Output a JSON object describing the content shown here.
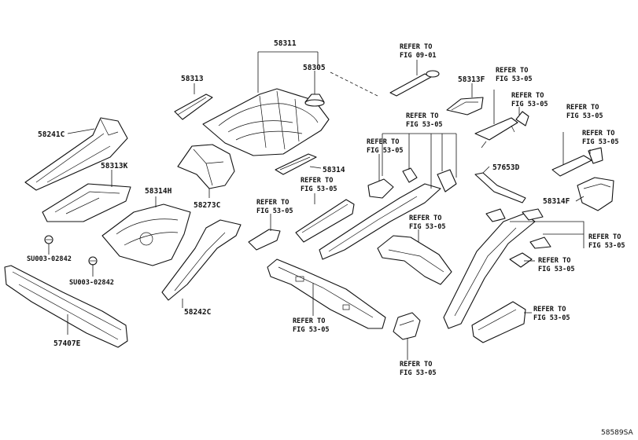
{
  "figure_id": "58589SA",
  "part_numbers": {
    "p58311": "58311",
    "p58305": "58305",
    "p58313": "58313",
    "p58313F": "58313F",
    "p58241C": "58241C",
    "p58313K": "58313K",
    "p58314H": "58314H",
    "p58273C": "58273C",
    "p58314": "58314",
    "p57653D": "57653D",
    "p58314F": "58314F",
    "p58242C": "58242C",
    "p57407E": "57407E",
    "su_a": "SU003-02842",
    "su_b": "SU003-02842"
  },
  "refs": {
    "r0901": {
      "line1": "REFER TO",
      "line2": "FIG 09-01"
    },
    "r_top_a": {
      "line1": "REFER TO",
      "line2": "FIG 53-05"
    },
    "r_top_b": {
      "line1": "REFER TO",
      "line2": "FIG 53-05"
    },
    "r_right_a": {
      "line1": "REFER TO",
      "line2": "FIG 53-05"
    },
    "r_right_b": {
      "line1": "REFER TO",
      "line2": "FIG 53-05"
    },
    "r_mid_a": {
      "line1": "REFER TO",
      "line2": "FIG 53-05"
    },
    "r_mid_b": {
      "line1": "REFER TO",
      "line2": "FIG 53-05"
    },
    "r_left": {
      "line1": "REFER TO",
      "line2": "FIG 53-05"
    },
    "r_center": {
      "line1": "REFER TO",
      "line2": "FIG 53-05"
    },
    "r_br_a": {
      "line1": "REFER TO",
      "line2": "FIG 53-05"
    },
    "r_br_b": {
      "line1": "REFER TO",
      "line2": "FIG 53-05"
    },
    "r_bottom_a": {
      "line1": "REFER TO",
      "line2": "FIG 53-05"
    },
    "r_bottom_b": {
      "line1": "REFER TO",
      "line2": "FIG 53-05"
    },
    "r_low_right": {
      "line1": "REFER TO",
      "line2": "FIG 53-05"
    }
  }
}
